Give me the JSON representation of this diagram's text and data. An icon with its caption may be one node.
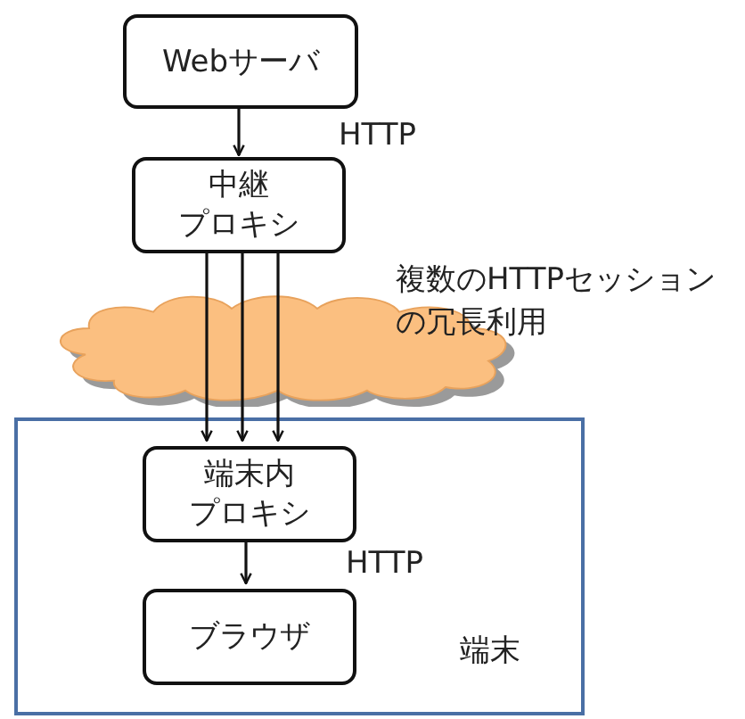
{
  "diagram": {
    "nodes": [
      {
        "text": [
          "Webサーバ"
        ]
      },
      {
        "text": [
          "中継",
          "プロキシ"
        ]
      },
      {
        "text": [
          "端末"
        ]
      },
      {
        "text": [
          "端末内",
          "プロキシ"
        ],
        "in": 2
      },
      {
        "text": [
          "ブラウザ"
        ],
        "in": 2
      }
    ],
    "edges": [
      {
        "from": 0,
        "to": 1,
        "arrow": "to",
        "label": "HTTP"
      },
      {
        "from": 1,
        "to": 3,
        "arrow": "to"
      },
      {
        "from": 1,
        "to": 3,
        "arrow": "to"
      },
      {
        "from": 1,
        "to": 3,
        "arrow": "to"
      },
      {
        "from": 3,
        "to": 4,
        "arrow": "to",
        "label": "HTTP"
      }
    ],
    "labels": [
      "複数のHTTPセッションの冗長利用"
    ]
  }
}
